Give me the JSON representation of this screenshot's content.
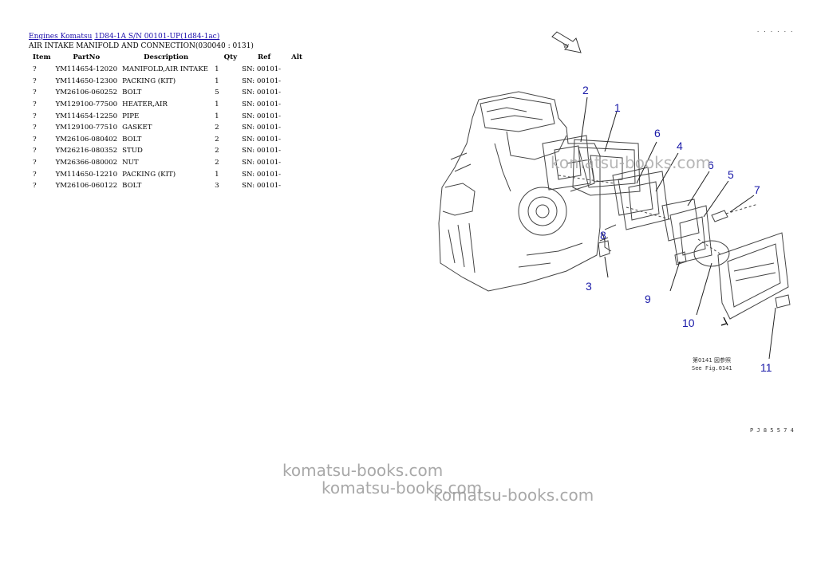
{
  "breadcrumb": {
    "link1": "Engines Komatsu",
    "link2": "1D84-1A S/N 00101-UP(1d84-1ac)"
  },
  "page_title": "AIR INTAKE MANIFOLD AND CONNECTION(030040 : 0131)",
  "table": {
    "headers": {
      "item": "Item",
      "partno": "PartNo",
      "description": "Description",
      "qty": "Qty",
      "ref": "Ref",
      "alt": "Alt"
    },
    "rows": [
      {
        "item": "?",
        "partno": "YM114654-12020",
        "description": "MANIFOLD,AIR INTAKE",
        "qty": "1",
        "ref": "SN: 00101-"
      },
      {
        "item": "?",
        "partno": "YM114650-12300",
        "description": "PACKING (KIT)",
        "qty": "1",
        "ref": "SN: 00101-"
      },
      {
        "item": "?",
        "partno": "YM26106-060252",
        "description": "BOLT",
        "qty": "5",
        "ref": "SN: 00101-"
      },
      {
        "item": "?",
        "partno": "YM129100-77500",
        "description": "HEATER,AIR",
        "qty": "1",
        "ref": "SN: 00101-"
      },
      {
        "item": "?",
        "partno": "YM114654-12250",
        "description": "PIPE",
        "qty": "1",
        "ref": "SN: 00101-"
      },
      {
        "item": "?",
        "partno": "YM129100-77510",
        "description": "GASKET",
        "qty": "2",
        "ref": "SN: 00101-"
      },
      {
        "item": "?",
        "partno": "YM26106-080402",
        "description": "BOLT",
        "qty": "2",
        "ref": "SN: 00101-"
      },
      {
        "item": "?",
        "partno": "YM26216-080352",
        "description": "STUD",
        "qty": "2",
        "ref": "SN: 00101-"
      },
      {
        "item": "?",
        "partno": "YM26366-080002",
        "description": "NUT",
        "qty": "2",
        "ref": "SN: 00101-"
      },
      {
        "item": "?",
        "partno": "YM114650-12210",
        "description": "PACKING (KIT)",
        "qty": "1",
        "ref": "SN: 00101-"
      },
      {
        "item": "?",
        "partno": "YM26106-060122",
        "description": "BOLT",
        "qty": "3",
        "ref": "SN: 00101-"
      }
    ]
  },
  "diagram": {
    "corner_mark": ". . . . . .",
    "direction_arrow_label": "W",
    "callouts": [
      "2",
      "1",
      "6",
      "4",
      "6",
      "5",
      "7",
      "8",
      "3",
      "9",
      "10",
      "11"
    ],
    "see_fig_jp": "第0141 図参照",
    "see_fig_en": "See Fig.0141",
    "drawing_code": "P J 8 5 5 7 4",
    "watermark": "komatsu-books.com"
  },
  "watermarks": [
    "komatsu-books.com",
    "komatsu-books.com",
    "komatsu-books.com"
  ]
}
